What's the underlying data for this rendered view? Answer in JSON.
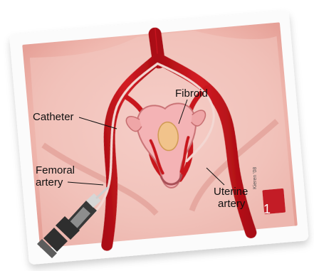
{
  "labels": {
    "fibroid": "Fibroid",
    "catheter": "Catheter",
    "femoral_artery_line1": "Femoral",
    "femoral_artery_line2": "artery",
    "uterine_artery_line1": "Uterine",
    "uterine_artery_line2": "artery",
    "figure_number": "1",
    "signature": "Kieren '08"
  },
  "colors": {
    "background": "#ffffff",
    "skin": "#f2c1b8",
    "skin_shadow": "#e9a69c",
    "artery": "#c8161d",
    "catheter": "#f3d7d2",
    "uterus": "#f4b3b5",
    "fibroid": "#f1c38b",
    "figure_number_badge": "#c31f25"
  },
  "icons": {
    "syringe": "syringe-icon"
  }
}
